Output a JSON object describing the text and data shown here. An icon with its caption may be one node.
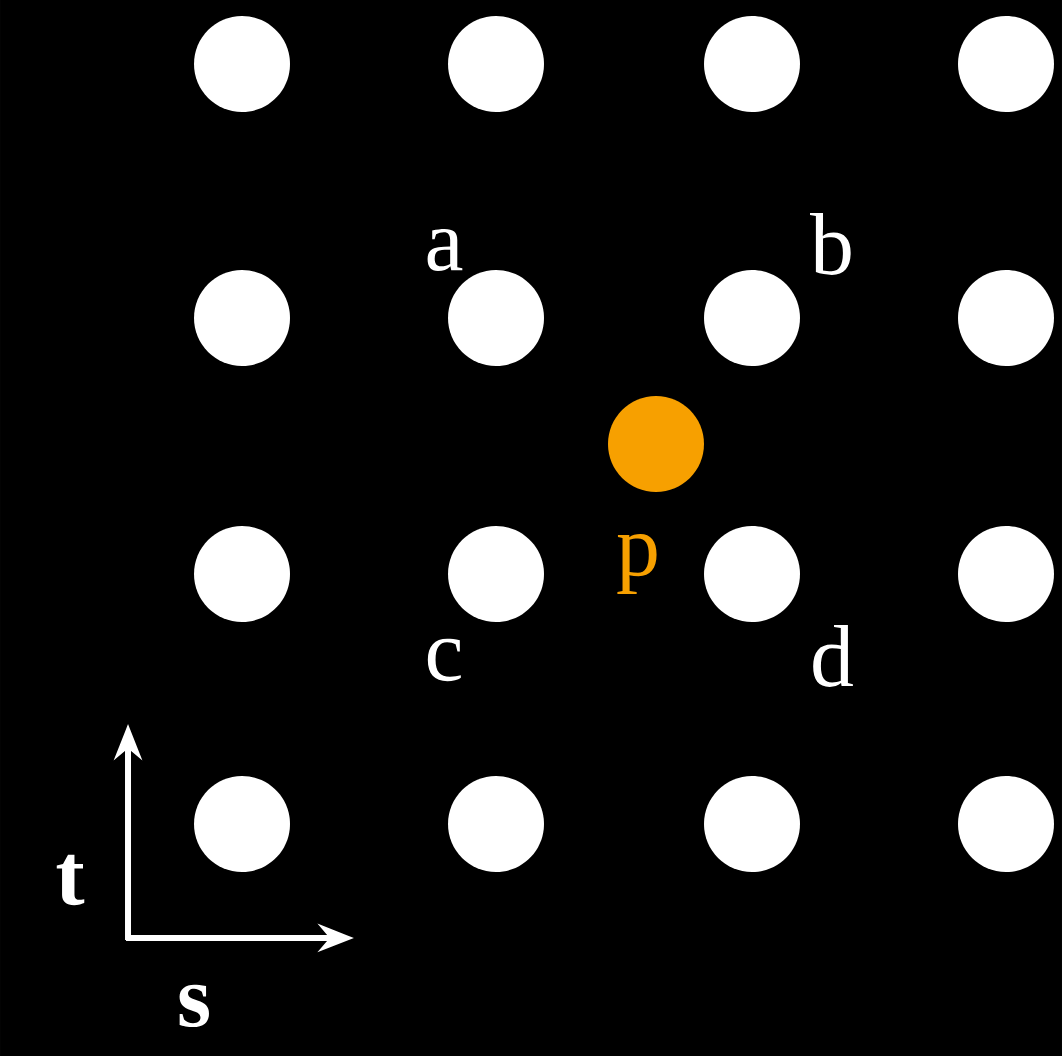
{
  "diagram": {
    "labels": [
      "a",
      "b",
      "p",
      "c",
      "d",
      "t",
      "s"
    ]
  }
}
